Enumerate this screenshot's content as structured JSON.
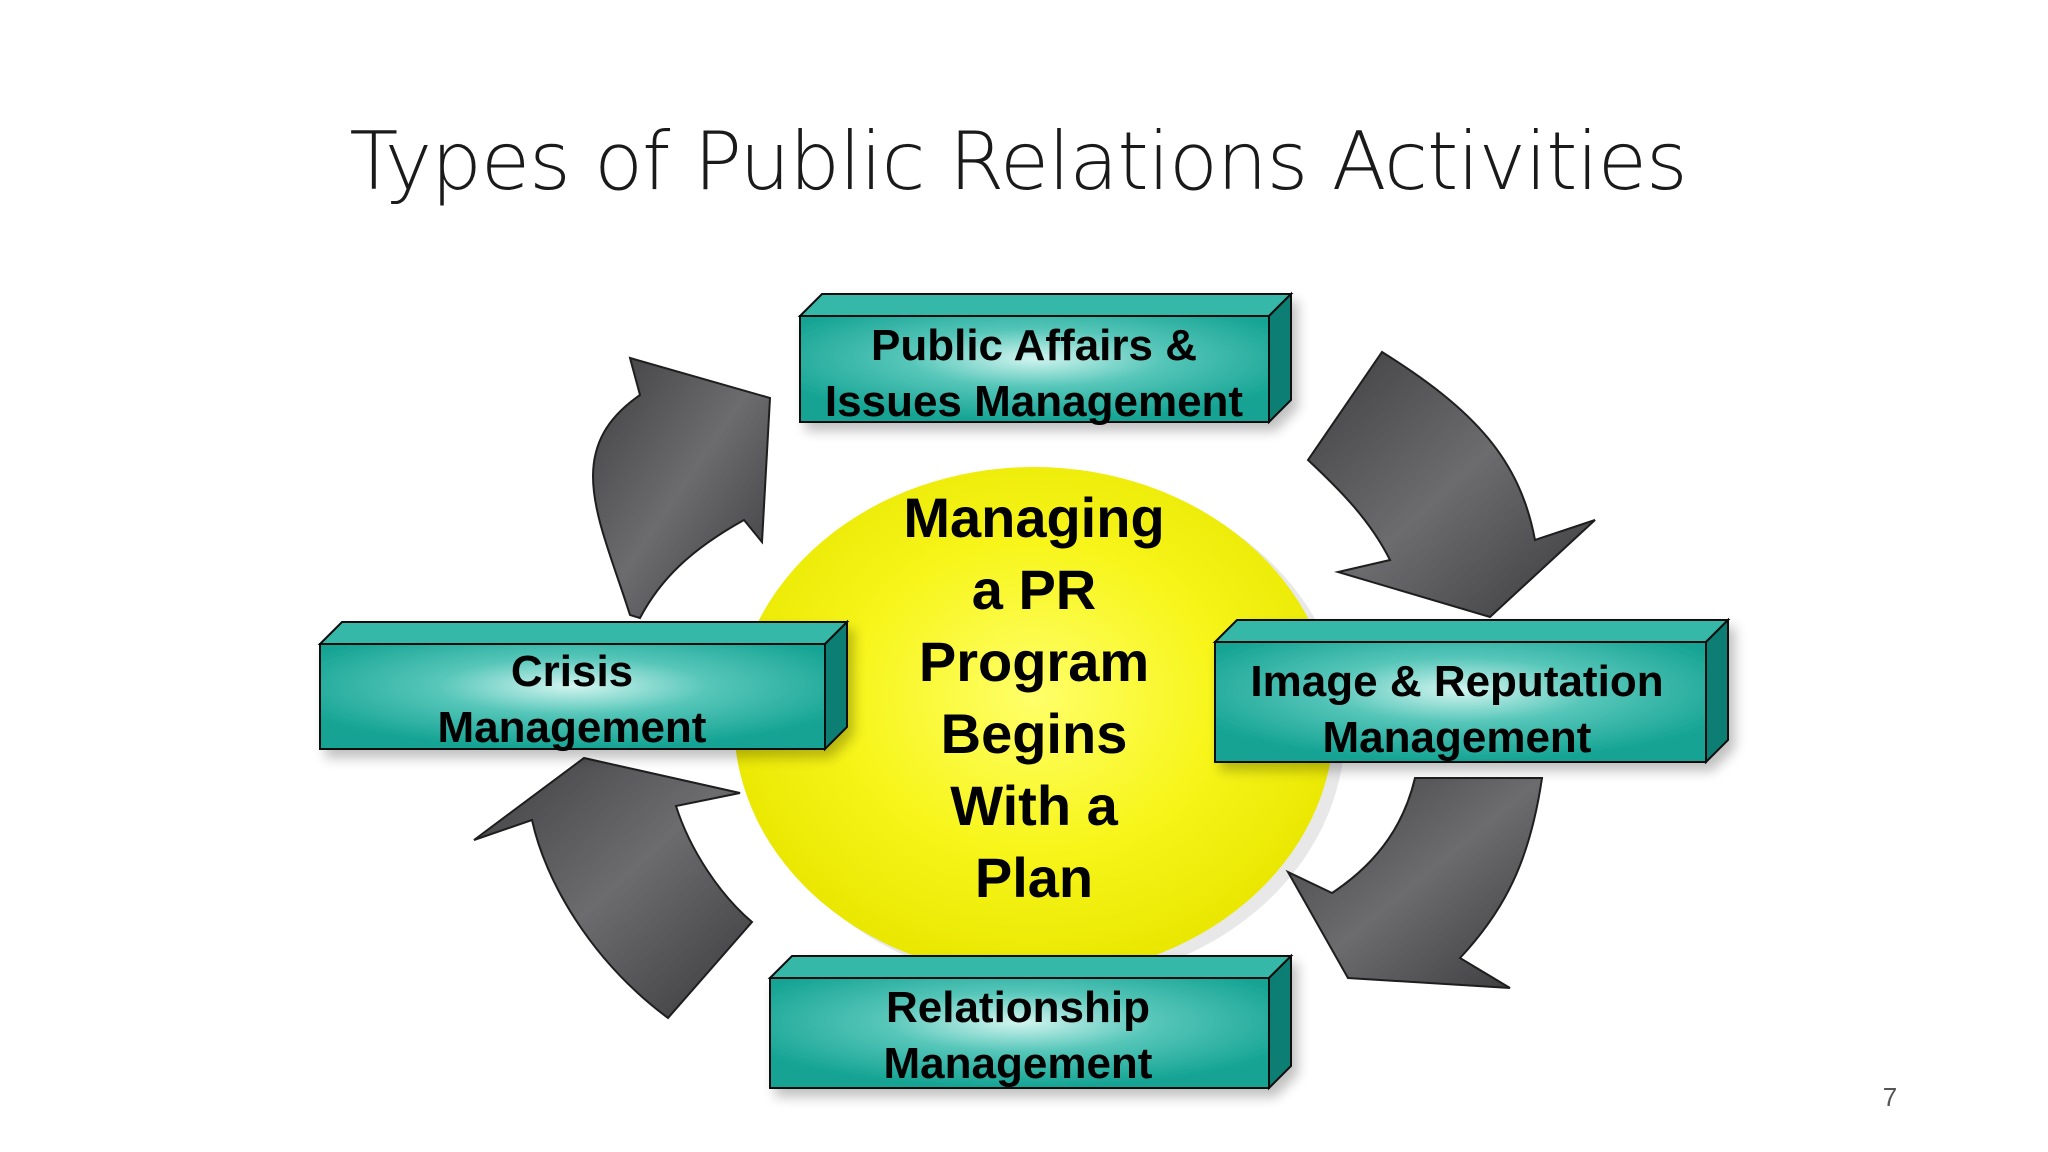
{
  "slide": {
    "title": "Types of Public Relations Activities",
    "page_number": "7"
  },
  "diagram": {
    "center": {
      "lines": [
        "Managing",
        "a PR",
        "Program",
        "Begins",
        "With a",
        "Plan"
      ]
    },
    "boxes": {
      "top": [
        "Public Affairs &",
        "Issues Management"
      ],
      "right": [
        "Image & Reputation",
        "Management"
      ],
      "bottom": [
        "Relationship",
        "Management"
      ],
      "left": [
        "Crisis",
        "Management"
      ]
    }
  },
  "colors": {
    "box_face": "#1aa99a",
    "box_highlight": "#c8f2ec",
    "box_top": "#35b8a8",
    "box_side": "#0f7e73",
    "circle": "#f4f20a",
    "arrow": "#5f5f62"
  }
}
